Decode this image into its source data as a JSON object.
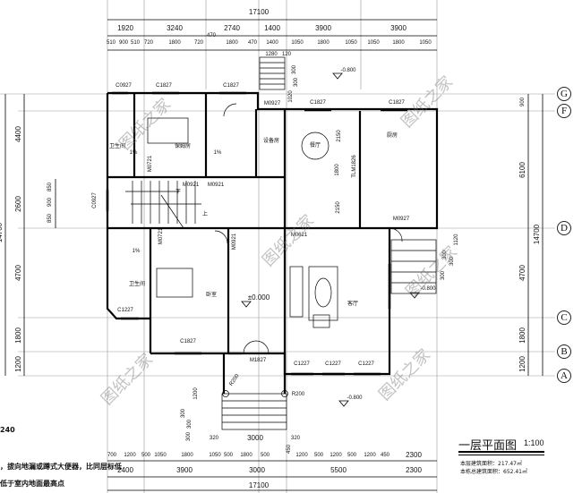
{
  "drawing": {
    "title": "一层平面图",
    "scale": "1:100",
    "area_notes": [
      "本层建筑面积：217.47㎡",
      "本栋总建筑面积：652.41㎡"
    ],
    "left_notes": [
      "240",
      "，拔向地漏或蹲式大便器，比同层标低",
      "低于室内地面最高点"
    ],
    "watermark": "图纸之家"
  },
  "axes": {
    "rows": [
      "G",
      "F",
      "D",
      "C",
      "B",
      "A"
    ]
  },
  "dimensions": {
    "top_total": "17100",
    "top_row1": [
      "1920",
      "3240",
      "2740",
      "1400",
      "3900",
      "3900"
    ],
    "top_row2": [
      "510",
      "900",
      "510",
      "720",
      "1800",
      "720",
      "470",
      "1800",
      "470",
      "1400",
      "1050",
      "1800",
      "1050",
      "1050",
      "1800",
      "1050"
    ],
    "top_stair": [
      "1280",
      "120",
      "300",
      "300",
      "1020"
    ],
    "left": [
      "4400",
      "2600",
      "4700",
      "1800",
      "1200",
      "14700"
    ],
    "left_window": [
      "850",
      "900",
      "850"
    ],
    "right": [
      "900",
      "6100",
      "4700",
      "1800",
      "1200",
      "14700"
    ],
    "right_stair": [
      "1120",
      "300",
      "300",
      "300"
    ],
    "dining": [
      "2150",
      "1800",
      "2150"
    ],
    "entry": [
      "320",
      "3000",
      "320",
      "450",
      "1200",
      "300",
      "300",
      "300"
    ],
    "bottom_row1": [
      "700",
      "1200",
      "500",
      "1050",
      "1800",
      "1050",
      "500",
      "1800",
      "500",
      "1200",
      "500",
      "1200",
      "500",
      "1200",
      "450",
      "2300"
    ],
    "bottom_row2": [
      "2400",
      "3900",
      "3000",
      "5500",
      "2300"
    ],
    "bottom_total": "17100"
  },
  "openings": [
    "C0927",
    "C1827",
    "C1827",
    "M0927",
    "C1827",
    "C1827",
    "M0721",
    "M0921",
    "M0921",
    "C0927",
    "M0721",
    "M0921",
    "M0621",
    "M0927",
    "TLM1826",
    "C1227",
    "C1827",
    "M1827",
    "C1227",
    "C1227",
    "C1227"
  ],
  "rooms": [
    "卫生间",
    "保姆房",
    "设备房",
    "餐厅",
    "厨房",
    "卫生间",
    "卧室",
    "客厅"
  ],
  "levels": [
    "-0.800",
    "±0.000",
    "-0.800",
    "-0.800"
  ],
  "slopes": [
    "1%",
    "1%",
    "1%"
  ],
  "stair_marks": [
    "下",
    "上"
  ],
  "radii": [
    "R200",
    "R200"
  ]
}
